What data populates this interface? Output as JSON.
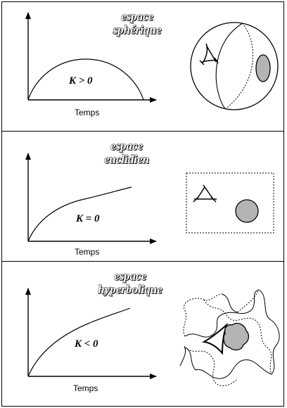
{
  "panels": [
    {
      "title_line1": "espace",
      "title_line2": "sphérique",
      "curvature_label": "K > 0",
      "xaxis_label": "Temps"
    },
    {
      "title_line1": "espace",
      "title_line2": "euclidien",
      "curvature_label": "K = 0",
      "xaxis_label": "Temps"
    },
    {
      "title_line1": "espace",
      "title_line2": "hyperbolique",
      "curvature_label": "K < 0",
      "xaxis_label": "Temps"
    }
  ],
  "colors": {
    "line": "#000000",
    "fill_shape": "#b4b4b4",
    "background": "#ffffff"
  }
}
